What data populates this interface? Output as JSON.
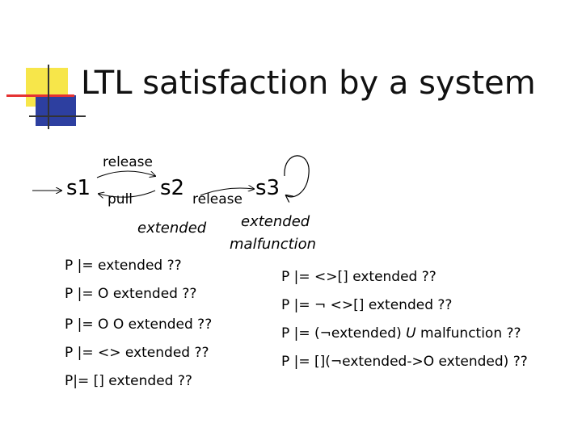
{
  "title": "LTL satisfaction by a system",
  "diagram": {
    "states": {
      "s1": "s1",
      "s2": "s2",
      "s3": "s3"
    },
    "transitions": {
      "release_top": "release",
      "pull": "pull",
      "release_mid": "release"
    },
    "state_labels": {
      "s2": "extended",
      "s3_a": "extended",
      "s3_b": "malfunction"
    }
  },
  "formulas_left": [
    "P |= extended ??",
    "P |= O extended ??",
    "P |= O O extended ??",
    "P |= <> extended ??",
    "P|= [] extended ??"
  ],
  "formulas_right": {
    "f1": "P |= <>[] extended ??",
    "f2": "P |= ¬ <>[] extended ??",
    "f3_pre": "P |= (¬extended) ",
    "f3_op": "U",
    "f3_post": " malfunction ??",
    "f4": "P |= [](¬extended->O extended) ??"
  }
}
